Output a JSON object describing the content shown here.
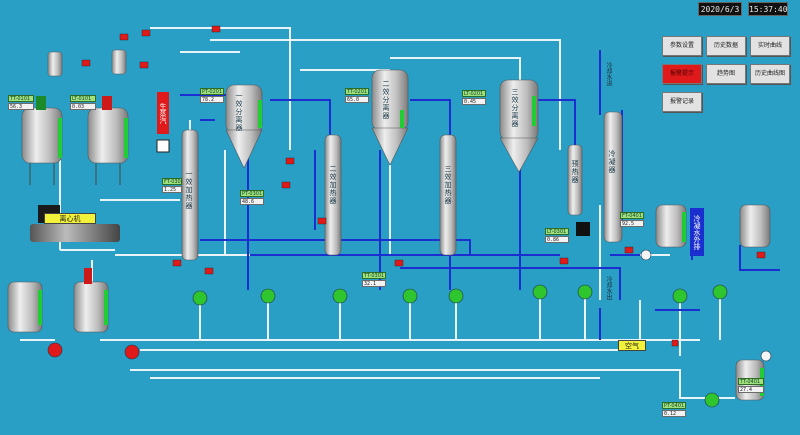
{
  "header": {
    "date": "2020/6/3",
    "time": "15:37:40"
  },
  "buttons": [
    {
      "id": "param",
      "label": "参数设置"
    },
    {
      "id": "history",
      "label": "历史数据"
    },
    {
      "id": "realtime-curve",
      "label": "实时曲线"
    },
    {
      "id": "alarm",
      "label": "报警提示"
    },
    {
      "id": "trend",
      "label": "趋势图"
    },
    {
      "id": "history-curve",
      "label": "历史曲线图"
    },
    {
      "id": "alarm-log",
      "label": "报警记录"
    }
  ],
  "labels": {
    "steam": "生蒸汽",
    "condenser": "冷凝水外排",
    "centrifuge": "离心机",
    "air": "空气",
    "cooling_water_in": "冷却水进",
    "cooling_water_out": "冷却水出",
    "effect1": "一效分离器",
    "effect2": "二效分离器",
    "effect3": "三效分离器",
    "heater1": "一效加热器",
    "heater2": "二效加热器",
    "heater3": "三效加热器",
    "condenser_col": "冷凝器",
    "preheater": "预热器"
  },
  "tags": {
    "t1": "TT-0101",
    "t2": "LT-0101",
    "t3": "PT-0201",
    "t4": "FT-0301",
    "t5": "TT-0201",
    "t6": "LT-0201",
    "t7": "PT-0301",
    "t8": "TT-0301",
    "t9": "LT-0301",
    "t10": "FT-0401",
    "t11": "TT-0401",
    "t12": "PT-0401"
  },
  "values": {
    "v1": "56.3",
    "v2": "0.03",
    "v3": "78.2",
    "v4": "1.25",
    "v5": "65.0",
    "v6": "0.45",
    "v7": "48.6",
    "v8": "32.1",
    "v9": "0.86",
    "v10": "92.5",
    "v11": "27.4",
    "v12": "0.12"
  },
  "colors": {
    "background": "#2a9fc6",
    "pipe_white": "#e8f4f8",
    "pipe_blue": "#1b2fd0",
    "pump_green": "#2fc52f",
    "pump_red": "#e01a1a",
    "vessel": "#c8c8c8",
    "level_green": "#22cc33"
  }
}
